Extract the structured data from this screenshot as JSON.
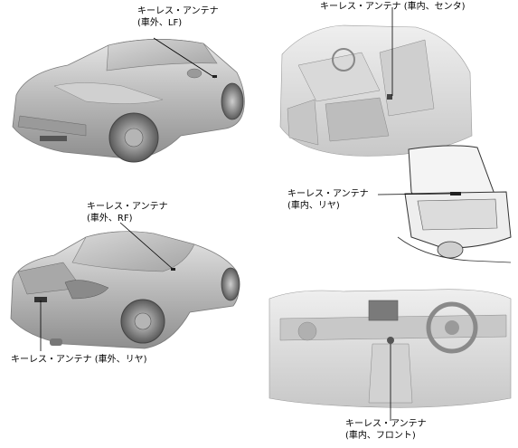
{
  "labels": {
    "lf": {
      "line1": "キーレス・アンテナ",
      "line2": "(車外、LF)"
    },
    "rf": {
      "line1": "キーレス・アンテナ",
      "line2": "(車外、RF)"
    },
    "rr": {
      "line1": "キーレス・アンテナ (車外、リヤ)"
    },
    "ic": {
      "line1": "キーレス・アンテナ (車内、センタ)"
    },
    "ir": {
      "line1": "キーレス・アンテナ",
      "line2": "(車内、リヤ)"
    },
    "front": {
      "line1": "キーレス・アンテナ",
      "line2": "(車内、フロント)"
    }
  }
}
